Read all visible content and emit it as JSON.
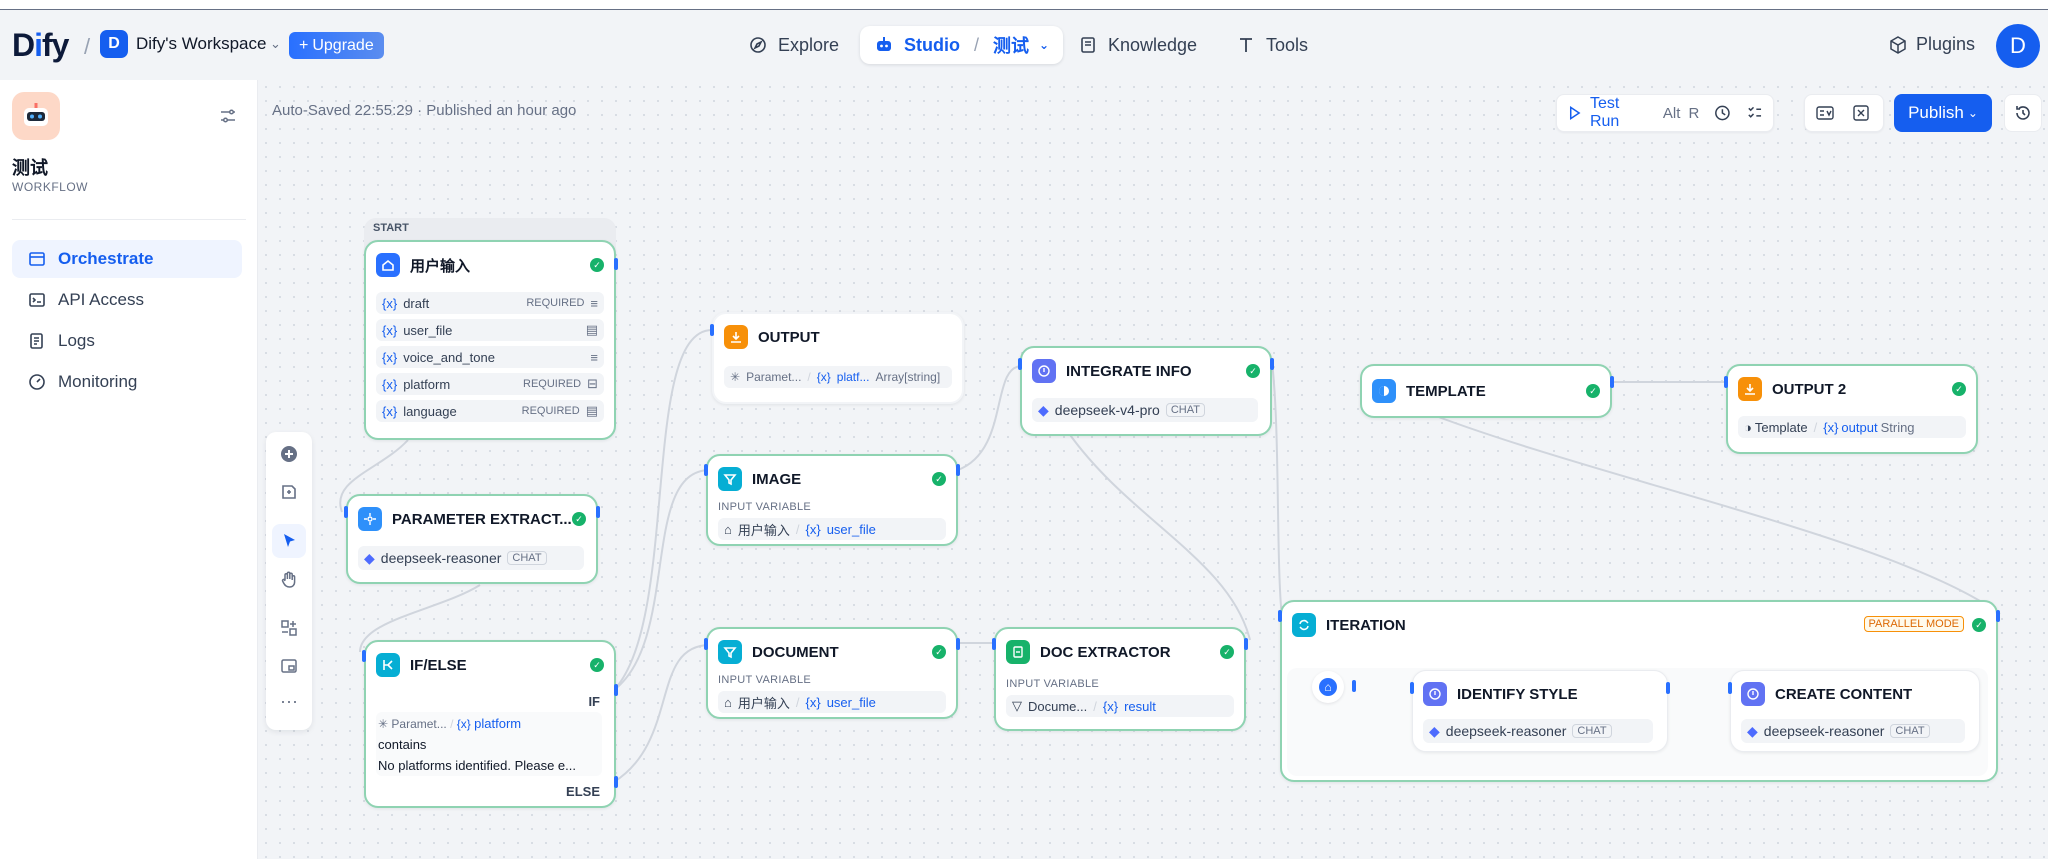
{
  "header": {
    "logo": "Dify",
    "workspace_initial": "D",
    "workspace_name": "Dify's Workspace",
    "upgrade_label": "Upgrade",
    "nav": {
      "explore": "Explore",
      "studio": "Studio",
      "studio_app": "测试",
      "knowledge": "Knowledge",
      "tools": "Tools"
    },
    "plugins_label": "Plugins",
    "avatar_initial": "D"
  },
  "sidebar": {
    "app_name": "测试",
    "app_type": "WORKFLOW",
    "items": [
      {
        "label": "Orchestrate",
        "active": true
      },
      {
        "label": "API Access"
      },
      {
        "label": "Logs"
      },
      {
        "label": "Monitoring"
      }
    ]
  },
  "canvas": {
    "status": "Auto-Saved 22:55:29 · Published an hour ago",
    "test_run": {
      "label": "Test Run",
      "key1": "Alt",
      "key2": "R"
    },
    "publish_label": "Publish",
    "start_tag": "START",
    "nodes": {
      "start": {
        "title": "用户输入",
        "vars": [
          {
            "name": "draft",
            "req": "REQUIRED"
          },
          {
            "name": "user_file",
            "req": ""
          },
          {
            "name": "voice_and_tone",
            "req": ""
          },
          {
            "name": "platform",
            "req": "REQUIRED"
          },
          {
            "name": "language",
            "req": "REQUIRED"
          }
        ]
      },
      "param": {
        "title": "PARAMETER EXTRACT...",
        "model": "deepseek-reasoner",
        "tag": "CHAT"
      },
      "ifelse": {
        "title": "IF/ELSE",
        "if": "IF",
        "var_src": "Paramet...",
        "var": "platform",
        "op": "contains",
        "value": "No platforms identified. Please e...",
        "else": "ELSE"
      },
      "output": {
        "title": "OUTPUT",
        "src": "Paramet...",
        "var": "platf...",
        "type": "Array[string]"
      },
      "image": {
        "title": "IMAGE",
        "label": "INPUT VARIABLE",
        "src": "用户输入",
        "var": "user_file"
      },
      "document": {
        "title": "DOCUMENT",
        "label": "INPUT VARIABLE",
        "src": "用户输入",
        "var": "user_file"
      },
      "integrate": {
        "title": "INTEGRATE INFO",
        "model": "deepseek-v4-pro",
        "tag": "CHAT"
      },
      "docext": {
        "title": "DOC EXTRACTOR",
        "label": "INPUT VARIABLE",
        "src": "Docume...",
        "var": "result"
      },
      "template": {
        "title": "TEMPLATE"
      },
      "output2": {
        "title": "OUTPUT 2",
        "src": "Template",
        "var": "output",
        "type": "String"
      },
      "iteration": {
        "title": "ITERATION",
        "mode": "PARALLEL MODE"
      },
      "identify": {
        "title": "IDENTIFY STYLE",
        "model": "deepseek-reasoner",
        "tag": "CHAT"
      },
      "create": {
        "title": "CREATE CONTENT",
        "model": "deepseek-reasoner",
        "tag": "CHAT"
      }
    }
  },
  "icons": {
    "var_prefix": "{x}",
    "check": "✓"
  },
  "colors": {
    "brand": "#155eef",
    "success": "#17b26a",
    "node_border": "#8fd3b2"
  }
}
